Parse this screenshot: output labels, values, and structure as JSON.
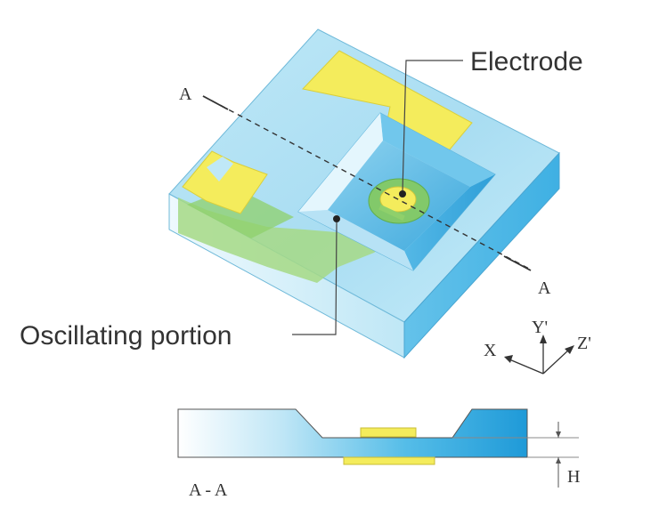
{
  "labels": {
    "electrode": "Electrode",
    "oscillating_portion": "Oscillating portion",
    "section_marker_a": "A",
    "section_title": "A - A",
    "thickness": "H"
  },
  "axes": {
    "x": "X",
    "y": "Y'",
    "z": "Z'"
  },
  "colors": {
    "crystal_light": "#e6f6fc",
    "crystal_mid": "#a9def3",
    "crystal_deep": "#29a3dd",
    "electrode_yellow": "#f4ec5c",
    "electrode_green": "#8ed06c",
    "leader_line": "#444444"
  }
}
